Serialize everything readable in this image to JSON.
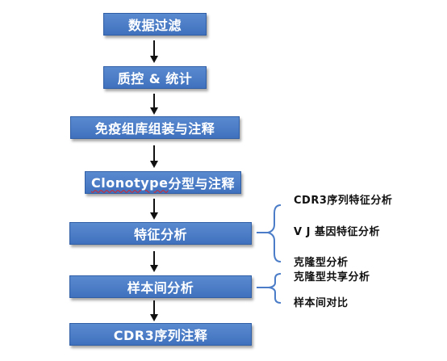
{
  "colors": {
    "box_fill": "#4a7cc7",
    "box_border": "#2f5ea6",
    "brace": "#4a7cc7",
    "arrow": "#111111"
  },
  "steps": [
    {
      "label": "数据过滤"
    },
    {
      "label": "质控 & 统计"
    },
    {
      "label": "免疫组库组装与注释"
    },
    {
      "label_prefix": "Clonotype",
      "label_suffix": " 分型与注释"
    },
    {
      "label": "特征分析"
    },
    {
      "label": "样本间分析"
    },
    {
      "label": "CDR3序列注释"
    }
  ],
  "feature_notes": [
    "CDR3序列特征分析",
    "V J 基因特征分析",
    "克隆型分析"
  ],
  "sample_notes": [
    "克隆型共享分析",
    "样本间对比"
  ]
}
